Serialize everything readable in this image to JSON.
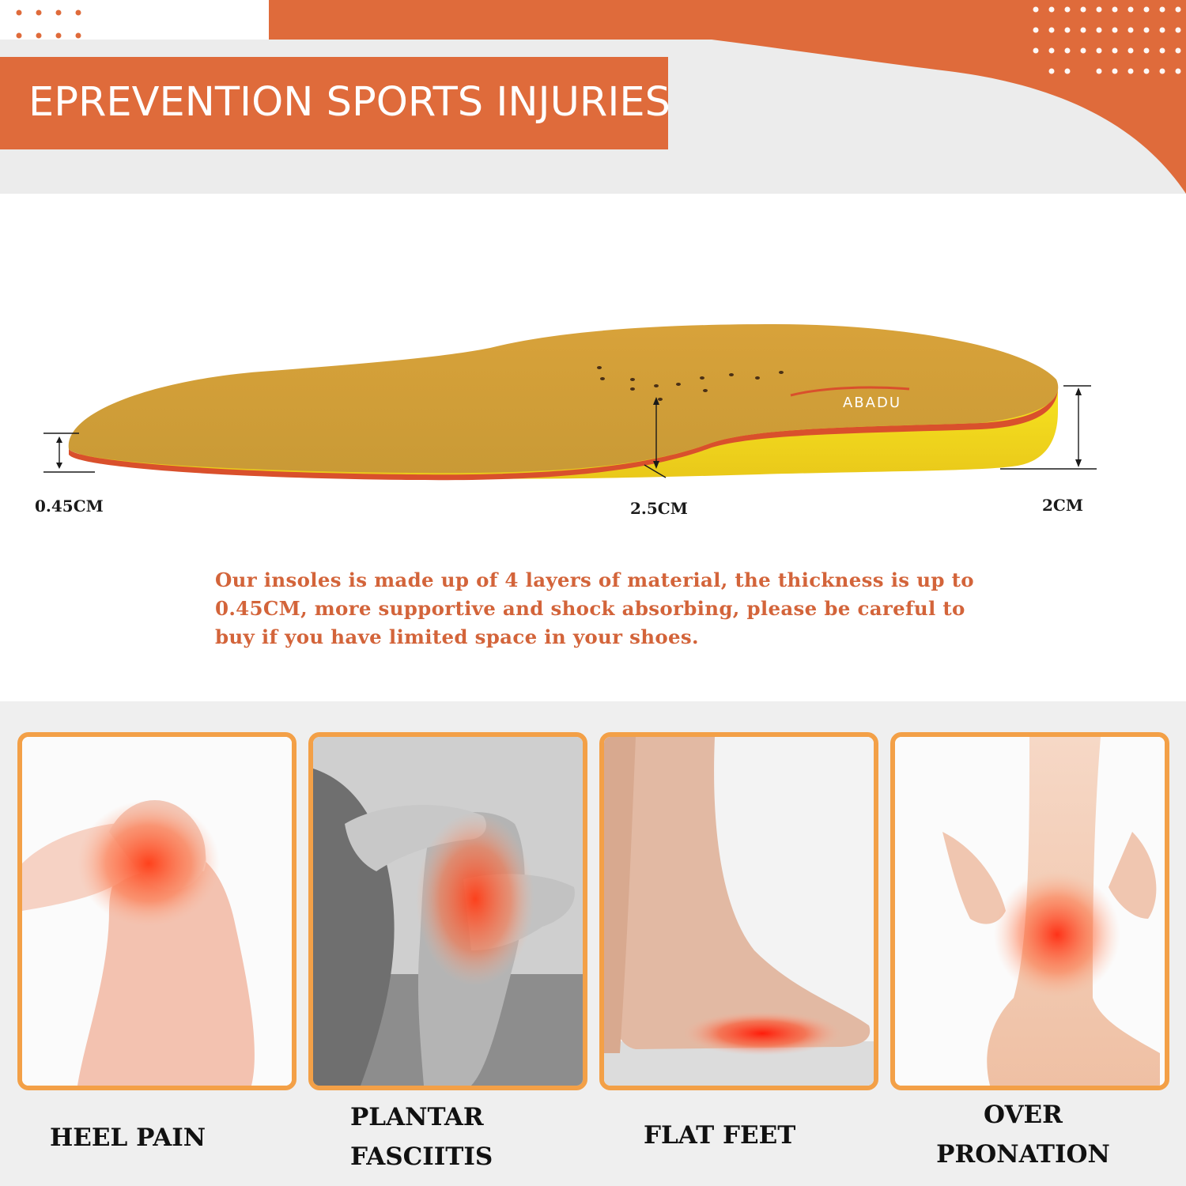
{
  "header": {
    "title": "EPREVENTION SPORTS INJURIES",
    "accent_color": "#df6b3b"
  },
  "product": {
    "brand_logo_text": "ABADU",
    "dimensions": {
      "toe_thickness": "0.45CM",
      "arch_height": "2.5CM",
      "heel_height": "2CM"
    }
  },
  "description": "Our insoles is made up of 4 layers of material, the thickness is up to 0.45CM, more supportive and shock absorbing, please be careful to buy if you have limited space in your shoes.",
  "conditions": [
    {
      "label": "HEEL PAIN"
    },
    {
      "label_line1": "PLANTAR",
      "label_line2": "FASCIITIS"
    },
    {
      "label": "FLAT FEET"
    },
    {
      "label_line1": "OVER",
      "label_line2": "PRONATION"
    }
  ],
  "colors": {
    "card_border": "#f3a047",
    "description_text": "#d3643a",
    "insole_top": "#d9a63c",
    "insole_base": "#f2dc1f",
    "pain_glow": "#ff3a14"
  }
}
